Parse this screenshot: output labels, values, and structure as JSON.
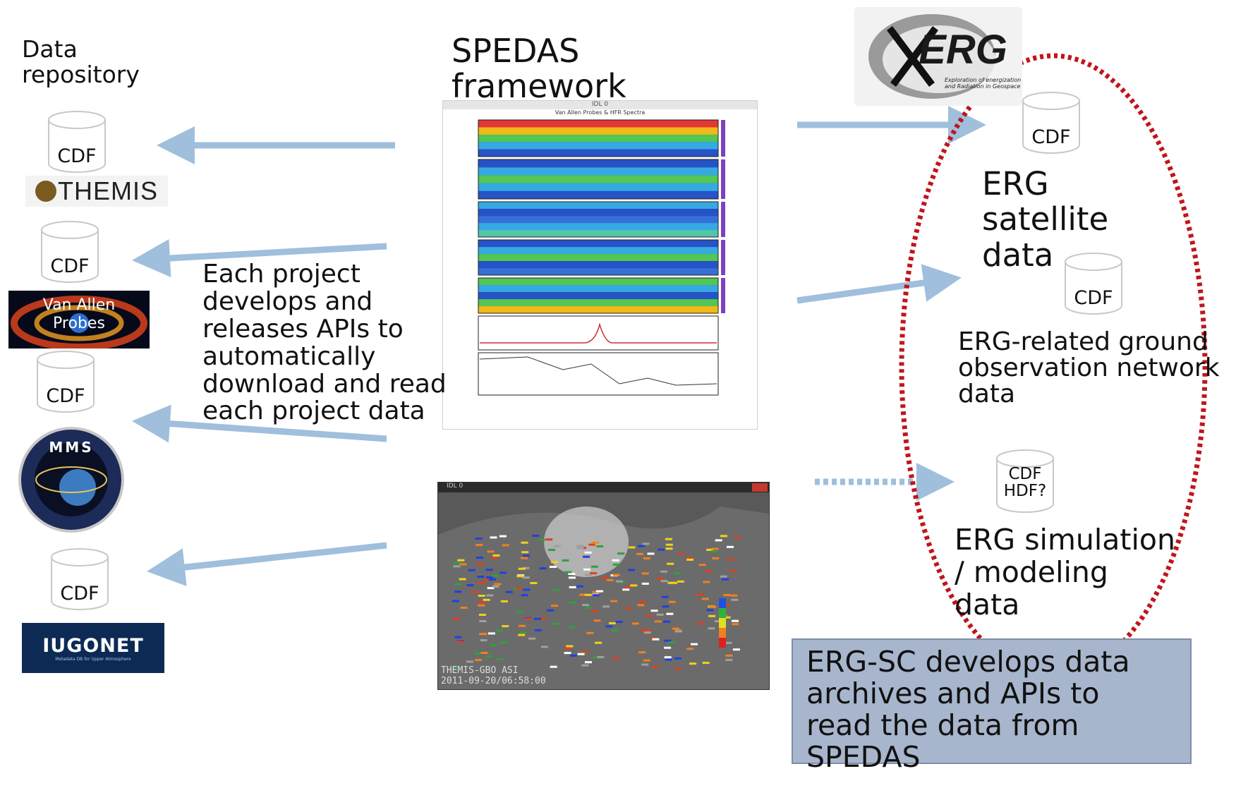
{
  "left": {
    "title": "Data\nrepository",
    "cdf": "CDF",
    "logos": {
      "themis": "THEMIS",
      "vap": "Van Allen\nProbes",
      "mms": "MMS",
      "iugonet": "IUGONET",
      "iugonet_sub": "Metadata DB for Upper Atmosphere"
    }
  },
  "center": {
    "title": "SPEDAS\nframework",
    "description": "Each project\ndevelops and\nreleases APIs to\nautomatically\ndownload and read\neach project data",
    "plot1": {
      "window_title": "IDL 0",
      "plot_title": "Van Allen Probes & HFR Spectra"
    },
    "plot2": {
      "window_title": "IDL 0",
      "caption": "THEMIS-GBO ASI\n2011-09-20/06:58:00"
    }
  },
  "right": {
    "logo_text": "ERG",
    "logo_sub": "Exploration of energization\nand Radiation in Geospace",
    "satellite_label": "ERG\nsatellite\ndata",
    "ground_label": "ERG-related ground\nobservation network\ndata",
    "sim_label": "ERG simulation\n/ modeling\ndata",
    "cdf": "CDF",
    "cdf_hdf": "CDF\nHDF?",
    "box_text": "ERG-SC develops data\narchives and APIs to\nread the data from\nSPEDAS"
  },
  "colors": {
    "arrow": "#9fbfdc",
    "dashed_ellipse": "#c0151b",
    "box_fill": "#a7b6cc",
    "box_border": "#7d8ea8"
  }
}
